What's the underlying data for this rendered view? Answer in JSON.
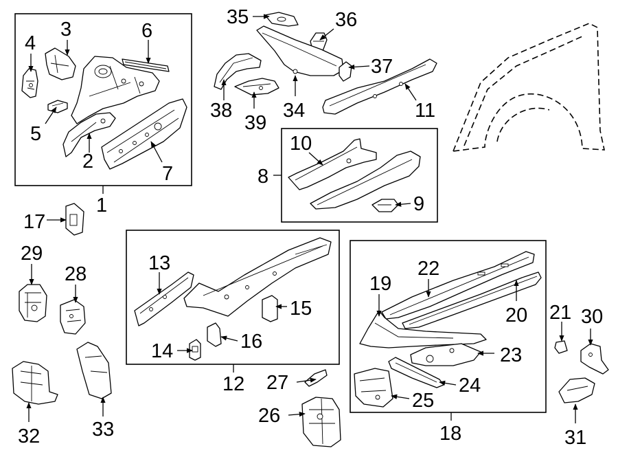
{
  "callouts": {
    "c1": "1",
    "c2": "2",
    "c3": "3",
    "c4": "4",
    "c5": "5",
    "c6": "6",
    "c7": "7",
    "c8": "8",
    "c9": "9",
    "c10": "10",
    "c11": "11",
    "c12": "12",
    "c13": "13",
    "c14": "14",
    "c15": "15",
    "c16": "16",
    "c17": "17",
    "c18": "18",
    "c19": "19",
    "c20": "20",
    "c21": "21",
    "c22": "22",
    "c23": "23",
    "c24": "24",
    "c25": "25",
    "c26": "26",
    "c27": "27",
    "c28": "28",
    "c29": "29",
    "c30": "30",
    "c31": "31",
    "c32": "32",
    "c33": "33",
    "c34": "34",
    "c35": "35",
    "c36": "36",
    "c37": "37",
    "c38": "38",
    "c39": "39"
  },
  "colors": {
    "line": "#000000",
    "background": "#ffffff"
  }
}
